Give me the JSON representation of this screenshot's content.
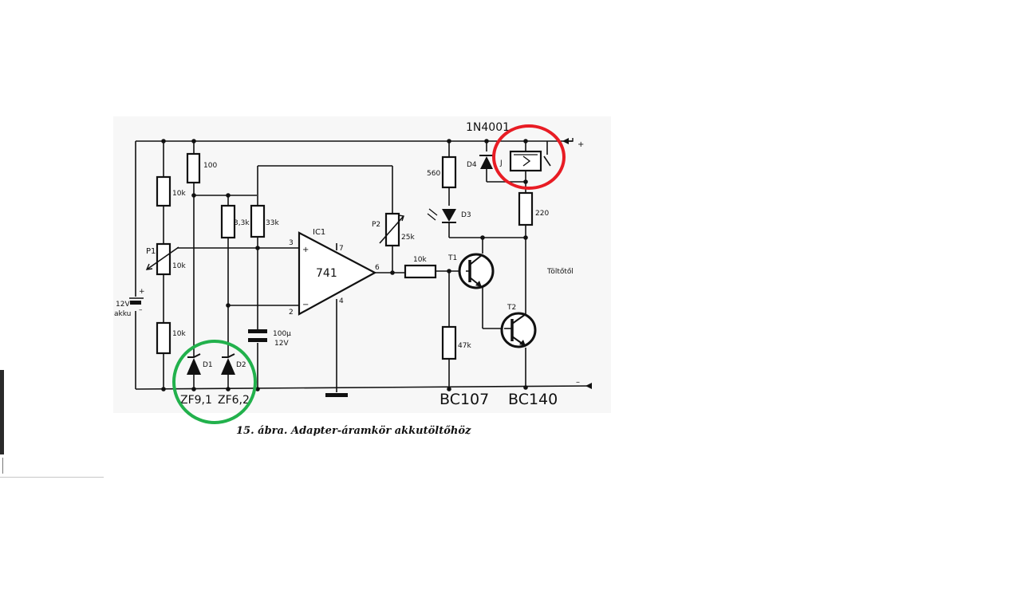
{
  "diagram": {
    "caption": "15. ábra. Adapter-áramkör akkutöltőhöz",
    "top_label": "1N4001",
    "plus_terminal": "+",
    "minus_terminal": "–",
    "side_label": "Töltőtől",
    "battery": {
      "polarity_plus": "+",
      "polarity_minus": "–",
      "voltage": "12V",
      "name": "akku"
    },
    "resistors": {
      "r_100": "100",
      "r_10k_top": "10k",
      "p1_name": "P1",
      "p1_value": "10k",
      "r_10k_bottom": "10k",
      "r_33k_a": "3,3k",
      "r_33k_b": "33k",
      "p2_name": "P2",
      "p2_value": "25k",
      "r_10k_base": "10k",
      "r_560": "560",
      "r_220": "220",
      "r_47k": "47k"
    },
    "capacitor": {
      "value": "100µ",
      "voltage": "12V"
    },
    "opamp": {
      "name": "IC1",
      "type": "741",
      "pin_plus": "+",
      "pin_minus": "−",
      "pin3": "3",
      "pin2": "2",
      "pin7": "7",
      "pin6": "6",
      "pin4": "4"
    },
    "diodes": {
      "d1": "D1",
      "d2": "D2",
      "d3": "D3",
      "d4": "D4",
      "relay": "J"
    },
    "zener_types": [
      "ZF9,1",
      "ZF6,2"
    ],
    "transistors": {
      "t1": "T1",
      "t2": "T2",
      "t1_type": "BC107",
      "t2_type": "BC140"
    },
    "highlights": {
      "green_circle_color": "#22b14c",
      "red_circle_color": "#e81c24"
    }
  }
}
